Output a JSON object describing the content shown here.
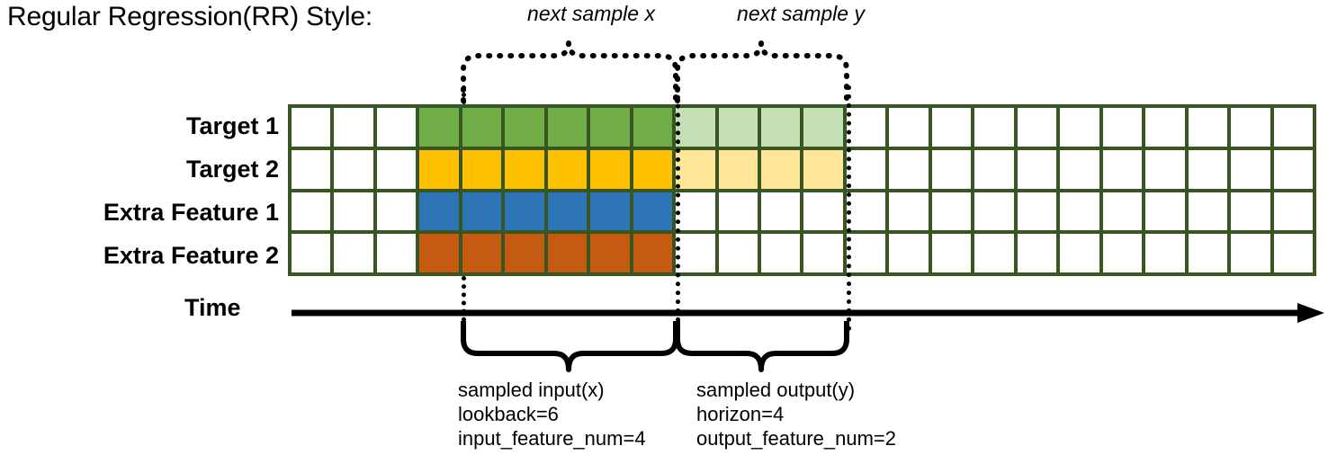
{
  "title": "Regular Regression(RR) Style:",
  "colors": {
    "grid_border": "#375623",
    "target1": "#70ad47",
    "target1_light": "#c5e0b4",
    "target2": "#ffc000",
    "target2_light": "#ffe699",
    "extra1": "#2e75b6",
    "extra2": "#c55a11",
    "empty": "#ffffff",
    "line": "#000000"
  },
  "rows": [
    {
      "label": "Target 1",
      "color_key": "target1"
    },
    {
      "label": "Target 2",
      "color_key": "target2"
    },
    {
      "label": "Extra Feature 1",
      "color_key": "extra1"
    },
    {
      "label": "Extra Feature 2",
      "color_key": "extra2"
    }
  ],
  "grid": {
    "total_columns": 24,
    "total_rows": 4,
    "leading_empty_columns": 3,
    "input_start_column": 4,
    "input_columns": 6,
    "output_start_column": 10,
    "output_columns": 4,
    "trailing_empty_columns": 11,
    "fill": [
      [
        "",
        "",
        "",
        "green",
        "green",
        "green",
        "green",
        "green",
        "green",
        "green-light",
        "green-light",
        "green-light",
        "green-light",
        "",
        "",
        "",
        "",
        "",
        "",
        "",
        "",
        "",
        "",
        ""
      ],
      [
        "",
        "",
        "",
        "gold",
        "gold",
        "gold",
        "gold",
        "gold",
        "gold",
        "gold-light",
        "gold-light",
        "gold-light",
        "gold-light",
        "",
        "",
        "",
        "",
        "",
        "",
        "",
        "",
        "",
        "",
        ""
      ],
      [
        "",
        "",
        "",
        "blue",
        "blue",
        "blue",
        "blue",
        "blue",
        "blue",
        "",
        "",
        "",
        "",
        "",
        "",
        "",
        "",
        "",
        "",
        "",
        "",
        "",
        "",
        ""
      ],
      [
        "",
        "",
        "",
        "orange",
        "orange",
        "orange",
        "orange",
        "orange",
        "orange",
        "",
        "",
        "",
        "",
        "",
        "",
        "",
        "",
        "",
        "",
        "",
        "",
        "",
        "",
        ""
      ]
    ]
  },
  "time_axis": {
    "label": "Time"
  },
  "top_annotations": [
    {
      "id": "next-sample-x",
      "text": "next sample x"
    },
    {
      "id": "next-sample-y",
      "text": "next sample y"
    }
  ],
  "bottom_annotations": [
    {
      "id": "sampled-input",
      "line1": "sampled input(x)",
      "line2": "lookback=6",
      "line3": "input_feature_num=4"
    },
    {
      "id": "sampled-output",
      "line1": "sampled output(y)",
      "line2": "horizon=4",
      "line3": "output_feature_num=2"
    }
  ]
}
